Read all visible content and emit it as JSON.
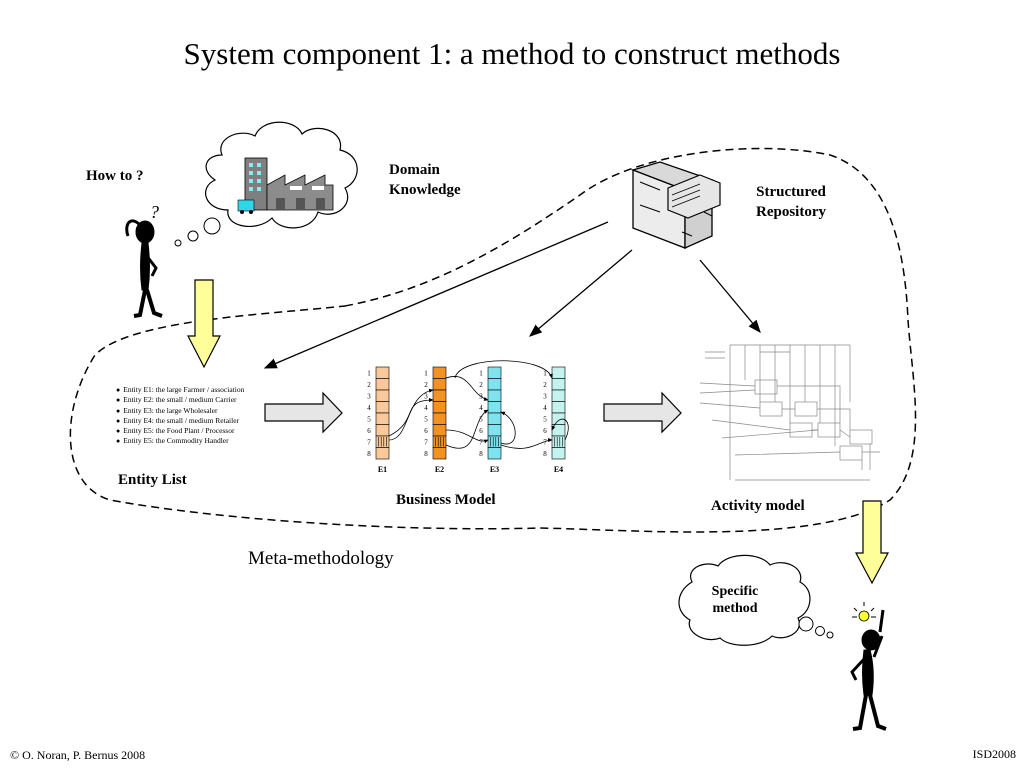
{
  "title": "System component 1: a method to construct methods",
  "labels": {
    "how_to": "How to ?",
    "domain_knowledge": [
      "Domain",
      "Knowledge"
    ],
    "structured_repository": [
      "Structured",
      "Repository"
    ],
    "entity_list": "Entity List",
    "business_model": "Business Model",
    "activity_model": "Activity model",
    "meta_methodology": "Meta-methodology",
    "specific_method": [
      "Specific",
      "method"
    ]
  },
  "entity_list": [
    "Entity E1: the large Farmer / association",
    "Entity E2: the small / medium Carrier",
    "Entity E3: the large Wholesaler",
    "Entity E4: the small / medium Retailer",
    "Entity E5: the Food Plant / Processor",
    "Entity E5: the Commodity Handler"
  ],
  "business_model": {
    "entities": [
      {
        "name": "E1",
        "color": "#f9c99a"
      },
      {
        "name": "E2",
        "color": "#f39122"
      },
      {
        "name": "E3",
        "color": "#7fe3ef"
      },
      {
        "name": "E4",
        "color": "#c4f2ee"
      }
    ],
    "phases": [
      "1",
      "2",
      "3",
      "4",
      "5",
      "6",
      "7",
      "8"
    ]
  },
  "footer": {
    "left": "© O. Noran, P. Bernus 2008",
    "right": "ISD2008"
  },
  "colors": {
    "down_arrow": "#ffff99",
    "right_arrow": "#e6e6e6",
    "cabinet": "#d9d9d9"
  }
}
